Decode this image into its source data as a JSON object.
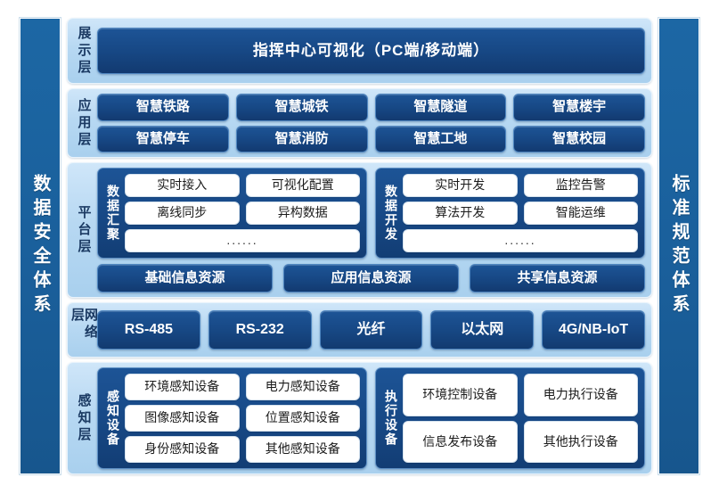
{
  "left_pillar": {
    "label": "数据安全体系"
  },
  "right_pillar": {
    "label": "标准规范体系"
  },
  "layers": {
    "presentation": {
      "label": "展示层",
      "banner": "指挥中心可视化（PC端/移动端）"
    },
    "application": {
      "label": "应用层",
      "row1": [
        "智慧铁路",
        "智慧城铁",
        "智慧隧道",
        "智慧楼宇"
      ],
      "row2": [
        "智慧停车",
        "智慧消防",
        "智慧工地",
        "智慧校园"
      ]
    },
    "platform": {
      "label": "平台层",
      "groups": [
        {
          "label": "数据汇聚",
          "rows": [
            [
              "实时接入",
              "可视化配置"
            ],
            [
              "离线同步",
              "异构数据"
            ],
            [
              "......"
            ]
          ]
        },
        {
          "label": "数据开发",
          "rows": [
            [
              "实时开发",
              "监控告警"
            ],
            [
              "算法开发",
              "智能运维"
            ],
            [
              "......"
            ]
          ]
        }
      ],
      "resources": [
        "基础信息资源",
        "应用信息资源",
        "共享信息资源"
      ]
    },
    "network": {
      "label": "网络层",
      "items": [
        "RS-485",
        "RS-232",
        "光纤",
        "以太网",
        "4G/NB-IoT"
      ]
    },
    "perception": {
      "label": "感知层",
      "groups": [
        {
          "label": "感知设备",
          "rows": [
            [
              "环境感知设备",
              "电力感知设备"
            ],
            [
              "图像感知设备",
              "位置感知设备"
            ],
            [
              "身份感知设备",
              "其他感知设备"
            ]
          ]
        },
        {
          "label": "执行设备",
          "rows": [
            [
              "环境控制设备",
              "电力执行设备"
            ],
            [
              "信息发布设备",
              "其他执行设备"
            ]
          ]
        }
      ]
    }
  },
  "colors": {
    "pillar_blue": "#1a5f9b",
    "layer_light_blue": "#b7d8f2",
    "chip_navy": "#174885",
    "pill_white": "#ffffff",
    "label_text": "#1b3a63",
    "page_background": "#ffffff"
  }
}
